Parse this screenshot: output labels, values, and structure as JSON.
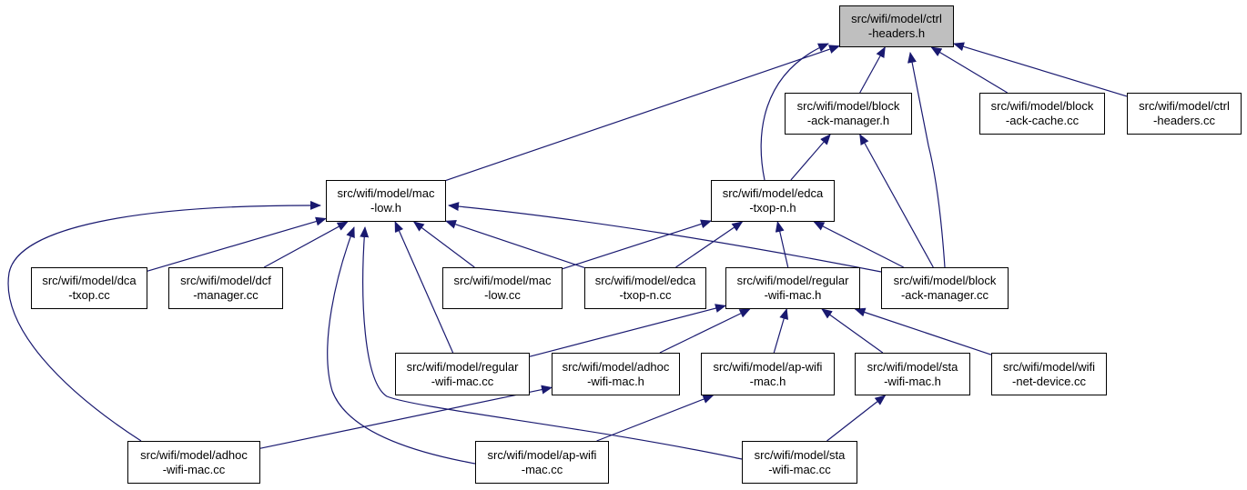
{
  "colors": {
    "edge": "#191970",
    "node_border": "#000000",
    "node_fill": "#ffffff",
    "root_fill": "#bfbfbf"
  },
  "nodes": {
    "ctrl_headers_h": {
      "line1": "src/wifi/model/ctrl",
      "line2": "-headers.h"
    },
    "block_ack_manager_h": {
      "line1": "src/wifi/model/block",
      "line2": "-ack-manager.h"
    },
    "block_ack_cache_cc": {
      "line1": "src/wifi/model/block",
      "line2": "-ack-cache.cc"
    },
    "ctrl_headers_cc": {
      "line1": "src/wifi/model/ctrl",
      "line2": "-headers.cc"
    },
    "mac_low_h": {
      "line1": "src/wifi/model/mac",
      "line2": "-low.h"
    },
    "edca_txop_n_h": {
      "line1": "src/wifi/model/edca",
      "line2": "-txop-n.h"
    },
    "dca_txop_cc": {
      "line1": "src/wifi/model/dca",
      "line2": "-txop.cc"
    },
    "dcf_manager_cc": {
      "line1": "src/wifi/model/dcf",
      "line2": "-manager.cc"
    },
    "mac_low_cc": {
      "line1": "src/wifi/model/mac",
      "line2": "-low.cc"
    },
    "edca_txop_n_cc": {
      "line1": "src/wifi/model/edca",
      "line2": "-txop-n.cc"
    },
    "regular_wifi_mac_h": {
      "line1": "src/wifi/model/regular",
      "line2": "-wifi-mac.h"
    },
    "block_ack_manager_cc": {
      "line1": "src/wifi/model/block",
      "line2": "-ack-manager.cc"
    },
    "regular_wifi_mac_cc": {
      "line1": "src/wifi/model/regular",
      "line2": "-wifi-mac.cc"
    },
    "adhoc_wifi_mac_h": {
      "line1": "src/wifi/model/adhoc",
      "line2": "-wifi-mac.h"
    },
    "ap_wifi_mac_h": {
      "line1": "src/wifi/model/ap-wifi",
      "line2": "-mac.h"
    },
    "sta_wifi_mac_h": {
      "line1": "src/wifi/model/sta",
      "line2": "-wifi-mac.h"
    },
    "wifi_net_device_cc": {
      "line1": "src/wifi/model/wifi",
      "line2": "-net-device.cc"
    },
    "adhoc_wifi_mac_cc": {
      "line1": "src/wifi/model/adhoc",
      "line2": "-wifi-mac.cc"
    },
    "ap_wifi_mac_cc": {
      "line1": "src/wifi/model/ap-wifi",
      "line2": "-mac.cc"
    },
    "sta_wifi_mac_cc": {
      "line1": "src/wifi/model/sta",
      "line2": "-wifi-mac.cc"
    }
  },
  "edges": [
    {
      "from": "mac_low_h",
      "to": "ctrl_headers_h"
    },
    {
      "from": "edca_txop_n_h",
      "to": "ctrl_headers_h"
    },
    {
      "from": "block_ack_manager_h",
      "to": "ctrl_headers_h"
    },
    {
      "from": "block_ack_manager_cc",
      "to": "ctrl_headers_h"
    },
    {
      "from": "block_ack_cache_cc",
      "to": "ctrl_headers_h"
    },
    {
      "from": "ctrl_headers_cc",
      "to": "ctrl_headers_h"
    },
    {
      "from": "edca_txop_n_h",
      "to": "block_ack_manager_h"
    },
    {
      "from": "block_ack_manager_cc",
      "to": "block_ack_manager_h"
    },
    {
      "from": "dca_txop_cc",
      "to": "mac_low_h"
    },
    {
      "from": "dcf_manager_cc",
      "to": "mac_low_h"
    },
    {
      "from": "mac_low_cc",
      "to": "mac_low_h"
    },
    {
      "from": "edca_txop_n_cc",
      "to": "mac_low_h"
    },
    {
      "from": "block_ack_manager_cc",
      "to": "mac_low_h"
    },
    {
      "from": "regular_wifi_mac_cc",
      "to": "mac_low_h"
    },
    {
      "from": "adhoc_wifi_mac_cc",
      "to": "mac_low_h"
    },
    {
      "from": "ap_wifi_mac_cc",
      "to": "mac_low_h"
    },
    {
      "from": "sta_wifi_mac_cc",
      "to": "mac_low_h"
    },
    {
      "from": "mac_low_cc",
      "to": "edca_txop_n_h"
    },
    {
      "from": "edca_txop_n_cc",
      "to": "edca_txop_n_h"
    },
    {
      "from": "regular_wifi_mac_h",
      "to": "edca_txop_n_h"
    },
    {
      "from": "block_ack_manager_cc",
      "to": "edca_txop_n_h"
    },
    {
      "from": "regular_wifi_mac_cc",
      "to": "regular_wifi_mac_h"
    },
    {
      "from": "adhoc_wifi_mac_h",
      "to": "regular_wifi_mac_h"
    },
    {
      "from": "ap_wifi_mac_h",
      "to": "regular_wifi_mac_h"
    },
    {
      "from": "sta_wifi_mac_h",
      "to": "regular_wifi_mac_h"
    },
    {
      "from": "wifi_net_device_cc",
      "to": "regular_wifi_mac_h"
    },
    {
      "from": "adhoc_wifi_mac_cc",
      "to": "adhoc_wifi_mac_h"
    },
    {
      "from": "ap_wifi_mac_cc",
      "to": "ap_wifi_mac_h"
    },
    {
      "from": "sta_wifi_mac_cc",
      "to": "sta_wifi_mac_h"
    }
  ]
}
